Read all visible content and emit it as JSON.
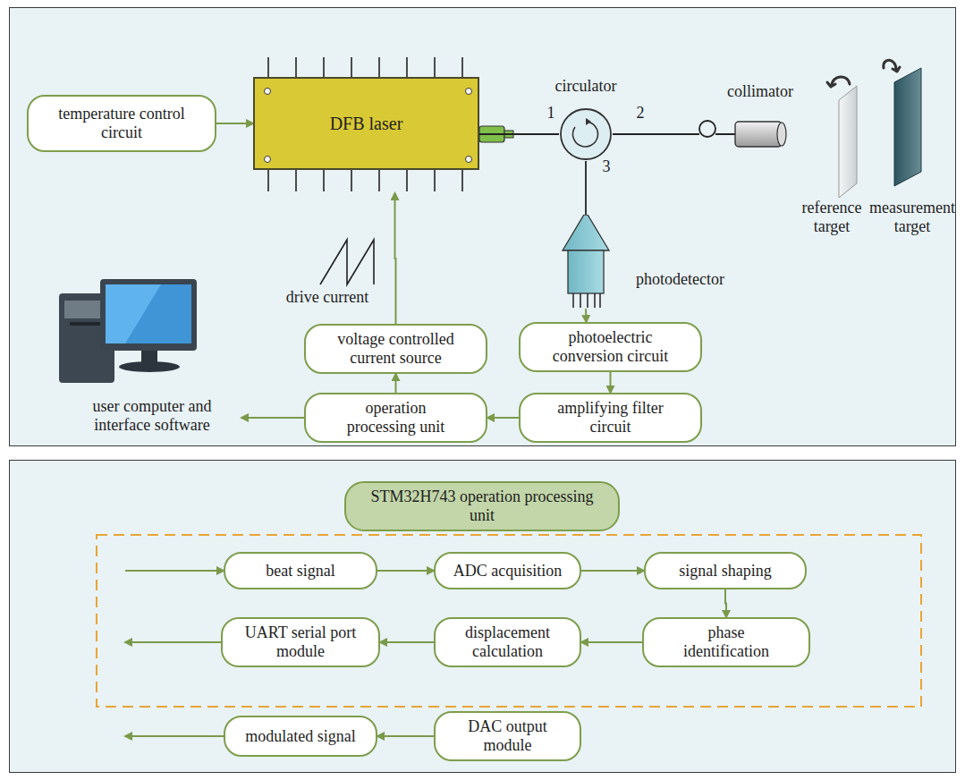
{
  "diagram": {
    "nodes": [
      {
        "text": [
          "temperature control circuit"
        ]
      },
      {
        "text": [
          "DFB laser"
        ]
      },
      {
        "text": [
          "circulator"
        ]
      },
      {
        "text": [
          "photodetector"
        ]
      },
      {
        "text": [
          "photoelectric conversion circuit"
        ]
      },
      {
        "text": [
          "amplifying filter circuit"
        ]
      },
      {
        "text": [
          "operation processing unit"
        ]
      },
      {
        "text": [
          "voltage controlled current source"
        ]
      },
      {
        "text": [
          "STM32H743 operation processing unit"
        ]
      },
      {
        "text": [
          "beat signal"
        ]
      },
      {
        "text": [
          "ADC acquisition"
        ]
      },
      {
        "text": [
          "signal shaping"
        ]
      },
      {
        "text": [
          "phase identification"
        ]
      },
      {
        "text": [
          "displacement calculation"
        ]
      },
      {
        "text": [
          "UART serial port module"
        ]
      },
      {
        "text": [
          "modulated signal"
        ]
      },
      {
        "text": [
          "DAC output module"
        ]
      }
    ],
    "edges": [
      {
        "from": 0,
        "to": 1,
        "arrow": "to"
      },
      {
        "from": 1,
        "to": 2,
        "arrow": "none"
      },
      {
        "from": 2,
        "to": 3,
        "arrow": "none"
      },
      {
        "from": 3,
        "to": 4,
        "arrow": "to"
      },
      {
        "from": 4,
        "to": 5,
        "arrow": "to"
      },
      {
        "from": 5,
        "to": 6,
        "arrow": "to"
      },
      {
        "from": 6,
        "to": 7,
        "arrow": "to"
      },
      {
        "from": 7,
        "to": 1,
        "arrow": "to"
      },
      {
        "from": 9,
        "to": 10,
        "arrow": "to"
      },
      {
        "from": 10,
        "to": 11,
        "arrow": "to"
      },
      {
        "from": 11,
        "to": 12,
        "arrow": "to"
      },
      {
        "from": 12,
        "to": 13,
        "arrow": "to"
      },
      {
        "from": 13,
        "to": 14,
        "arrow": "to"
      },
      {
        "from": 16,
        "to": 15,
        "arrow": "to"
      }
    ],
    "labels": [
      "1",
      "2",
      "3",
      "collimator",
      "reference target",
      "measurement target",
      "drive current",
      "user computer and interface software"
    ]
  }
}
